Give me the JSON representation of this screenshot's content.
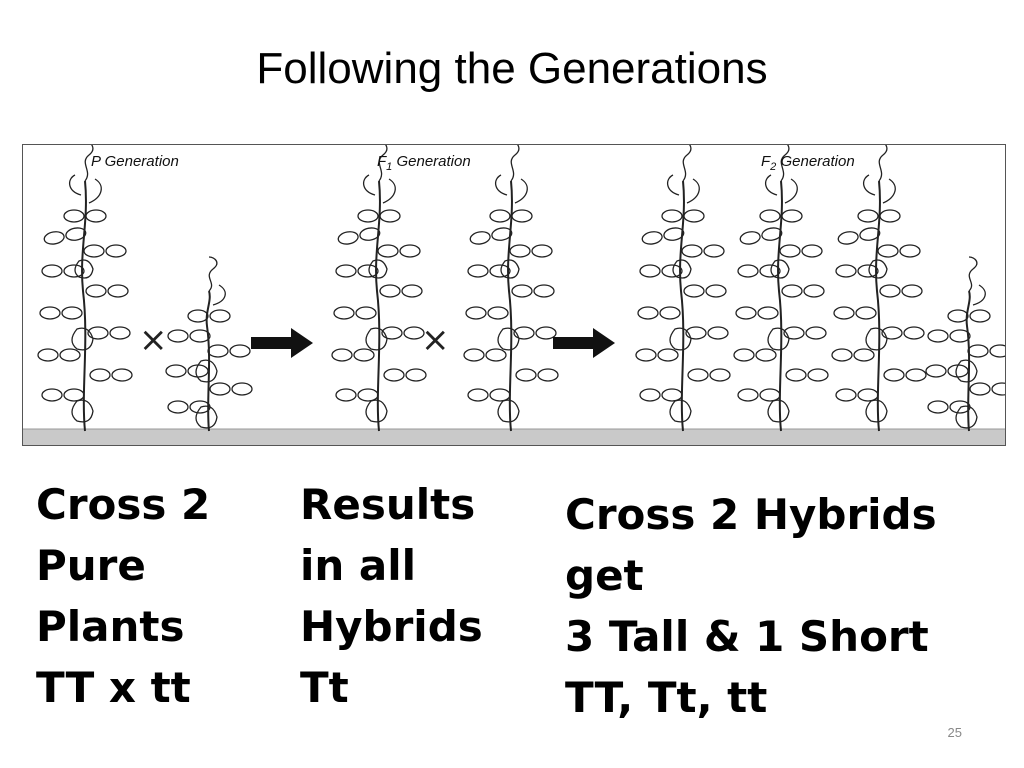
{
  "slide": {
    "title": "Following the Generations",
    "page_number": "25"
  },
  "figure": {
    "labels": {
      "p": "P Generation",
      "f1_prefix": "F",
      "f1_sub": "1",
      "f1_suffix": " Generation",
      "f2_prefix": "F",
      "f2_sub": "2",
      "f2_suffix": " Generation"
    },
    "cross_symbol": "×"
  },
  "captions": {
    "left": [
      "Cross 2",
      "Pure",
      "Plants",
      "TT x tt"
    ],
    "middle": [
      "Results",
      "in all",
      "Hybrids",
      "Tt"
    ],
    "right": [
      "Cross 2 Hybrids",
      "get",
      "3 Tall & 1 Short",
      "TT, Tt, tt"
    ]
  }
}
